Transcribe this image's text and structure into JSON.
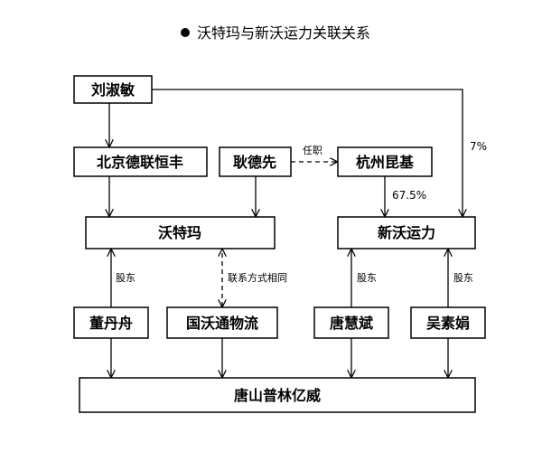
{
  "title": "沃特玛与新沃运力关联关系",
  "nodes": {
    "liu_shumin": "刘淑敏",
    "beijing_delian": "北京德联恒丰",
    "geng_dexian": "耿德先",
    "hangzhou_kunji": "杭州昆基",
    "wotema": "沃特玛",
    "xinwo_yunli": "新沃运力",
    "dong_danzhou": "董丹舟",
    "guowo_tongwuliu": "国沃通物流",
    "tang_huibin": "唐慧斌",
    "wu_sujuan": "吴素娟",
    "tangshan_pulin": "唐山普林亿威"
  },
  "edges": {
    "liu_to_xinwo_pct": "7%",
    "kunji_to_xinwo_pct": "67.5%",
    "geng_to_kunji": "任职",
    "dong_to_wotema": "股东",
    "guowo_to_wotema": "联系方式相同",
    "tang_to_xinwo": "股东",
    "wu_to_xinwo": "股东"
  }
}
